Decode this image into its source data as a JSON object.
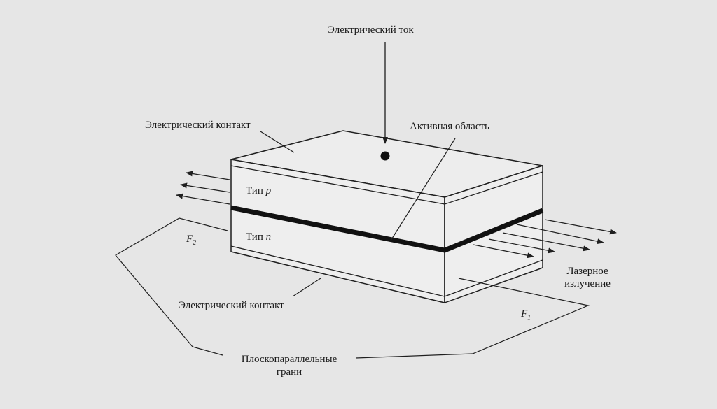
{
  "labels": {
    "current": "Электрический ток",
    "contact_top": "Электрический контакт",
    "active_region": "Активная область",
    "type_p_prefix": "Тип",
    "type_p_letter": "p",
    "type_n_prefix": "Тип",
    "type_n_letter": "n",
    "f2_letter": "F",
    "f2_sub": "2",
    "f1_letter": "F",
    "f1_sub": "1",
    "laser_line1": "Лазерное",
    "laser_line2": "излучение",
    "contact_bottom": "Электрический контакт",
    "faces_line1": "Плоскопараллельные",
    "faces_line2": "грани"
  },
  "colors": {
    "background": "#e6e6e6",
    "block_face": "#eeeeee",
    "block_top": "#ededed",
    "line": "#1f1f1f",
    "active_layer": "#111111"
  }
}
